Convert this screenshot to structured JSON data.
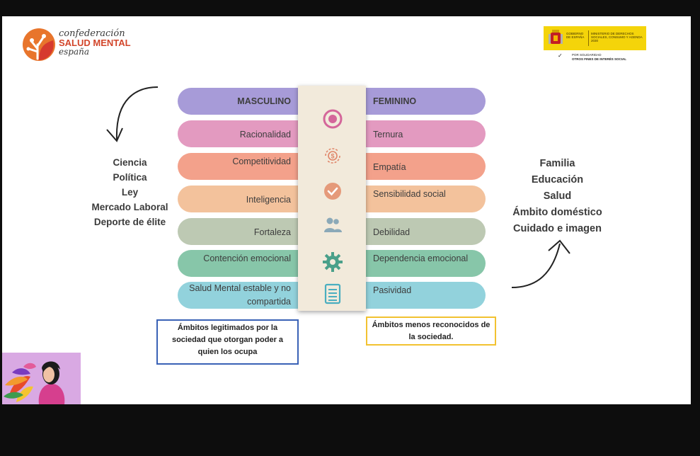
{
  "logo_confederacion": {
    "line1": "confederación",
    "line2": "SALUD MENTAL",
    "line3": "españa"
  },
  "logo_gobierno": {
    "left_text": "GOBIERNO DE ESPAÑA",
    "right_text": "MINISTERIO DE DERECHOS SOCIALES, CONSUMO Y AGENDA 2030",
    "caption_line1": "POR SOLIDARIDAD",
    "caption_line2": "OTROS FINES DE INTERÉS SOCIAL"
  },
  "left_list": [
    "Ciencia",
    "Política",
    "Ley",
    "Mercado Laboral",
    "Deporte de élite"
  ],
  "right_list": [
    "Familia",
    "Educación",
    "Salud",
    "Ámbito doméstico",
    "Cuidado e imagen"
  ],
  "rows": [
    {
      "left": "MASCULINO",
      "right": "FEMININO",
      "color": "#a79bd8",
      "icon": "target-icon"
    },
    {
      "left": "Racionalidad",
      "right": "Ternura",
      "color": "#e39ac0",
      "icon": "dollar-cycle-icon"
    },
    {
      "left": "Competitividad",
      "right": "Empatía",
      "color": "#f3a18b",
      "icon": "check-badge-icon"
    },
    {
      "left": "Inteligencia",
      "right": "Sensibilidad social",
      "color": "#f3c29c",
      "icon": "users-icon"
    },
    {
      "left": "Fortaleza",
      "right": "Debilidad",
      "color": "#bdc9b3",
      "icon": "gear-icon"
    },
    {
      "left": "Contención emocional",
      "right": "Dependencia emocional",
      "color": "#87c6a9",
      "icon": "document-icon"
    },
    {
      "left_line1": "Salud Mental estable y no",
      "left_line2": "compartida",
      "right": "Pasividad",
      "color": "#92d2dc"
    }
  ],
  "icon_color": "#d4669a",
  "icon_color_2": "#e0866a",
  "icon_color_3": "#8ba9b8",
  "icon_color_4": "#4aa08a",
  "icon_color_5": "#4aaec0",
  "box_blue": {
    "line1": "Ámbitos legitimados por la",
    "line2": "sociedad que otorgan poder a",
    "line3": "quien los ocupa"
  },
  "box_yellow": {
    "line1": "Ámbitos menos reconocidos de",
    "line2": "la sociedad."
  }
}
